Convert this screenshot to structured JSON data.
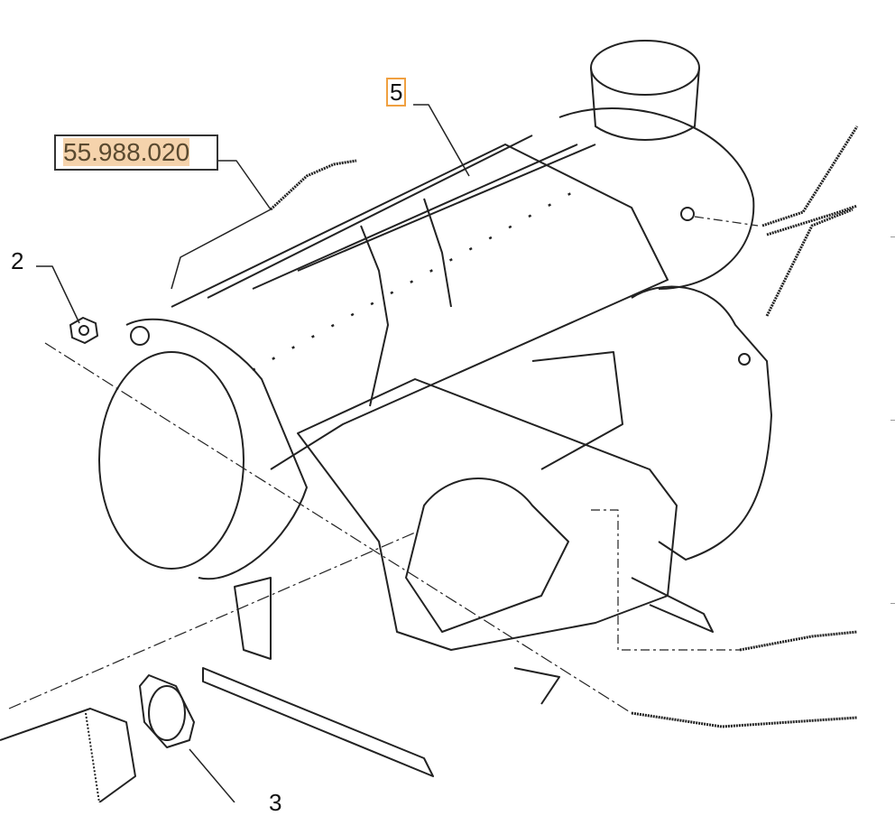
{
  "callouts": {
    "part_number": "55.988.020",
    "item_5": "5",
    "item_2": "2",
    "item_3": "3"
  },
  "colors": {
    "highlight": "#f5d3ac",
    "selected_border": "#f0a040",
    "line": "#222222"
  }
}
